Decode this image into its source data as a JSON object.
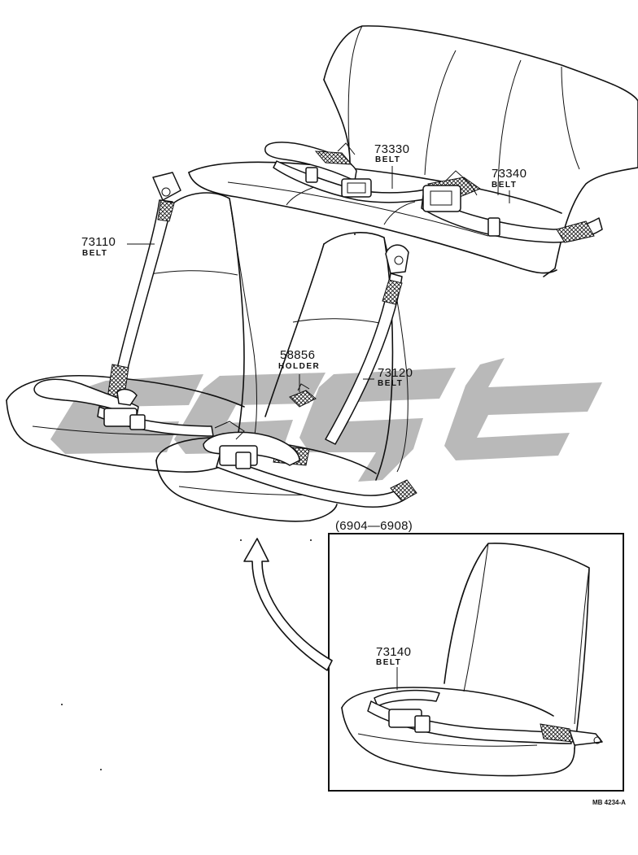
{
  "parts": [
    {
      "id": "73330",
      "number": "73330",
      "name": "BELT"
    },
    {
      "id": "73340",
      "number": "73340",
      "name": "BELT"
    },
    {
      "id": "73110",
      "number": "73110",
      "name": "BELT"
    },
    {
      "id": "58856",
      "number": "58856",
      "name": "HOLDER"
    },
    {
      "id": "73120",
      "number": "73120",
      "name": "BELT"
    },
    {
      "id": "73140",
      "number": "73140",
      "name": "BELT"
    }
  ],
  "inset": {
    "label": "(6904—6908)"
  },
  "footer": {
    "code": "MB 4234-A"
  },
  "watermark": {
    "color": "#b9b9b9"
  }
}
